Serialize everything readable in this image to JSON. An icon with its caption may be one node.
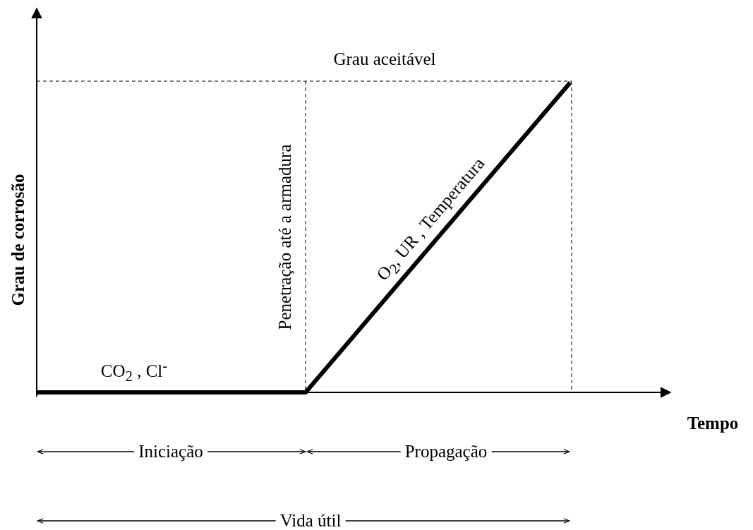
{
  "diagram": {
    "labels": [
      "Grau aceitável",
      "Grau de corrosão",
      "Penetração até a armadura",
      "O$_{2}$, UR , Temperatura",
      "CO$_{2}$ , Cl$^{-}$",
      "Tempo",
      "Iniciação",
      "Propagação",
      "Vida útil"
    ]
  }
}
